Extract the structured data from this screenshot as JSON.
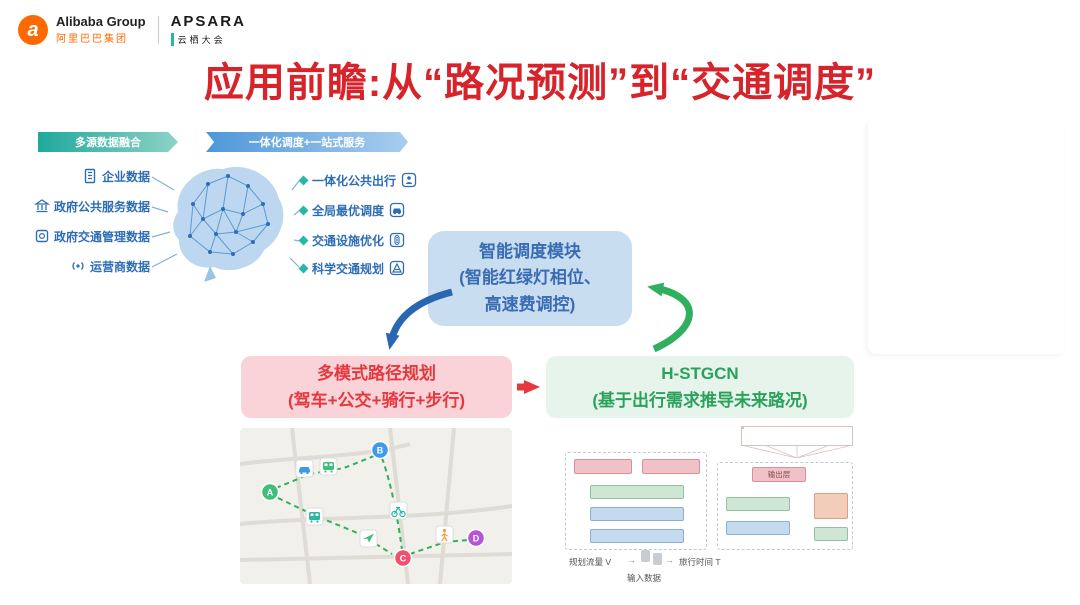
{
  "logo": {
    "group_en": "Alibaba Group",
    "group_cn": "阿里巴巴集团",
    "conf_en": "APSARA",
    "conf_cn": "云栖大会"
  },
  "title": "应用前瞻:从“路况预测”到“交通调度”",
  "brain": {
    "left_header": "多源数据融合",
    "right_header": "一体化调度+一站式服务",
    "data_sources": [
      {
        "label": "企业数据",
        "icon": "enterprise-data-icon"
      },
      {
        "label": "政府公共服务数据",
        "icon": "public-service-data-icon"
      },
      {
        "label": "政府交通管理数据",
        "icon": "traffic-management-data-icon"
      },
      {
        "label": "运营商数据",
        "icon": "operator-data-icon"
      }
    ],
    "services": [
      {
        "label": "一体化公共出行",
        "icon": "public-transit-icon"
      },
      {
        "label": "全局最优调度",
        "icon": "car-icon"
      },
      {
        "label": "交通设施优化",
        "icon": "traffic-light-icon"
      },
      {
        "label": "科学交通规划",
        "icon": "planning-icon"
      }
    ]
  },
  "flow": {
    "scheduling": {
      "line1": "智能调度模块",
      "line2": "(智能红绿灯相位、",
      "line3": "高速费调控)"
    },
    "routing": {
      "line1": "多模式路径规划",
      "line2": "(驾车+公交+骑行+步行)"
    },
    "hstgcn": {
      "line1": "H-STGCN",
      "line2": "(基于出行需求推导未来路况)"
    }
  },
  "map": {
    "markers": [
      {
        "label": "A",
        "color": "#3fbe7c"
      },
      {
        "label": "B",
        "color": "#3e9be9"
      },
      {
        "label": "C",
        "color": "#f2506e"
      },
      {
        "label": "D",
        "color": "#b455d8"
      }
    ]
  },
  "architecture": {
    "labels": {
      "output_layer": "输出层",
      "input_flow": "规划流量 V",
      "input_data": "输入数据",
      "travel_time": "旅行时间 T"
    }
  },
  "colors": {
    "title_red": "#d7232a",
    "accent_blue": "#2e6db4",
    "accent_teal": "#27b6a7",
    "arrow_blue": "#2a67b0",
    "arrow_red": "#e5383e",
    "arrow_green": "#2faf5f"
  }
}
